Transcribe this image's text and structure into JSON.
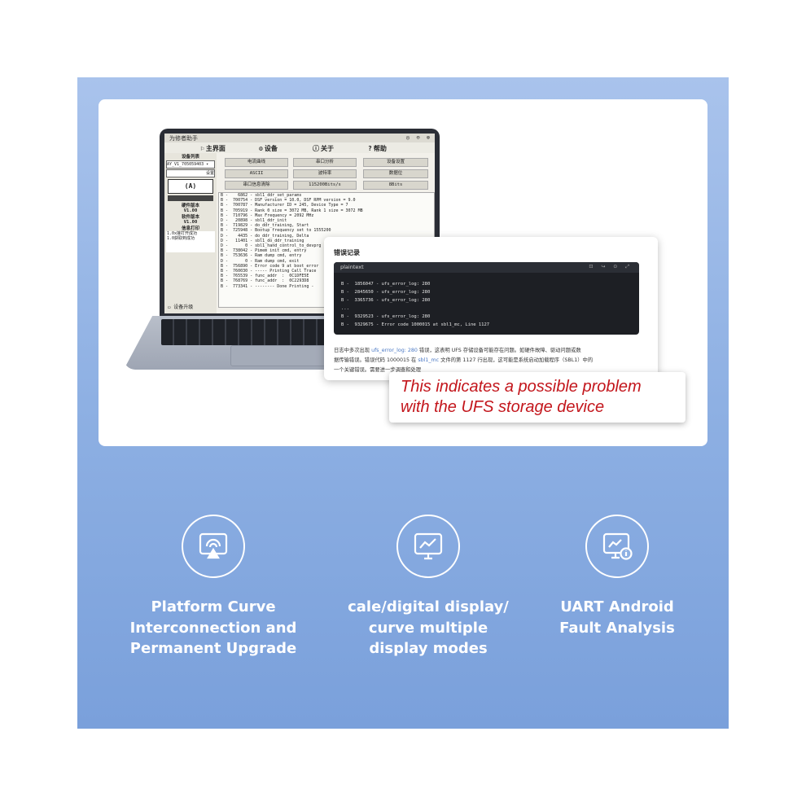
{
  "laptop_app": {
    "window_title": "为修者助手",
    "window_controls": "◎ ⊖ ⊗",
    "menu": [
      {
        "icon": "⚐",
        "label": "主界面"
      },
      {
        "icon": "⚙",
        "label": "设备"
      },
      {
        "icon": "ⓘ",
        "label": "关于"
      },
      {
        "icon": "?",
        "label": "帮助"
      }
    ],
    "sidebar": {
      "device_list_label": "设备列表",
      "device_selected": "AY_V1_705059403 ▾",
      "settings_button": "设置",
      "device_box": "(A)",
      "hardware_version_label": "硬件版本",
      "hardware_version": "V1.00",
      "software_version_label": "软件版本",
      "software_version": "V1.00",
      "info_print_label": "信息打印",
      "info_line1": "1.0x接打开成功",
      "info_line2": "1.0获取到成功",
      "upgrade_label": "设备升级"
    },
    "toolbar": {
      "row1": [
        "电流曲线",
        "串口分析",
        "设备设置"
      ],
      "row2": [
        "ASCII",
        "波特率",
        "数据位"
      ],
      "row3": [
        "串口信息清除",
        "115200Bits/s",
        "8Bits"
      ]
    },
    "log_lines": [
      "B -    6862 - sbl1_ddr_set_params",
      "B -  700754 - DSF version = 10.0, DSF RPM version = 9.0",
      "B -  700787 - Manufacturer ID = 245, Device Type = 7",
      "B -  705919 - Rank 0 size = 3072 MB, Rank 1 size = 3072 MB",
      "B -  710796 - Max Frequency = 2092 MHz",
      "D -   20898 - sbl1_ddr_init",
      "B -  719829 - do_ddr_training, Start",
      "B -  725948 - Bootup frequency set to 1555200",
      "D -    4435 - do_ddr_training, Delta",
      "D -   11401 - sbl1_do_ddr_training",
      "D -       0 - sbl1_hand_control_to_devprg",
      "B -  738042 - Pimem init cmd, entry",
      "B -  753636 - Ram dump cmd, entry",
      "D -       0 - Ram dump cmd, exit",
      "B -  756890 - Error code 9 at boot_error",
      "B -  760030 - ----- Printing Call Trace",
      "B -  765539 - func_addr  :  0C1DFE5E",
      "B -  768769 - func_addr  :  0C2293D8",
      "B -  773341 - -------- Done Printing -"
    ]
  },
  "popup": {
    "title": "错误记录",
    "code_lang": "plaintext",
    "code_toolbar": "⊡ ↪ ⊙ ⤢",
    "code_lines": [
      "B -  1856047 - ufs_error_log: 280",
      "B -  2845650 - ufs_error_log: 280",
      "B -  3365736 - ufs_error_log: 280",
      "...",
      "B -  9329523 - ufs_error_log: 280",
      "B -  9329675 - Error code 1000015 at sbl1_mc, Line 1127"
    ],
    "desc_line1_a": "日志中多次出现",
    "desc_line1_code": "ufs_error_log: 280",
    "desc_line1_b": "错误，这表明 UFS 存储设备可能存在问题。如硬件故障、驱动问题或数",
    "desc_line2_a": "据传输错误。错误代码 1000015 在",
    "desc_line2_code": "sbl1_mc",
    "desc_line2_b": "文件的第 1127 行出现，这可能是系统启动加载程序（SBL1）中的",
    "desc_line3": "一个关键错误。需要进一步调查和处理"
  },
  "callout": {
    "line1": "This indicates a possible problem",
    "line2": "with the UFS storage device"
  },
  "features": [
    {
      "icon": "screen-cast-icon",
      "line1": "Platform Curve",
      "line2": "Interconnection and",
      "line3": "Permanent Upgrade"
    },
    {
      "icon": "monitor-chart-icon",
      "line1": "cale/digital display/",
      "line2": "curve multiple",
      "line3": "display modes"
    },
    {
      "icon": "monitor-info-icon",
      "line1": "UART Android",
      "line2": "Fault Analysis",
      "line3": ""
    }
  ],
  "colors": {
    "panel_blue": "#8eb0e3",
    "callout_red": "#c3161c",
    "white": "#ffffff"
  }
}
